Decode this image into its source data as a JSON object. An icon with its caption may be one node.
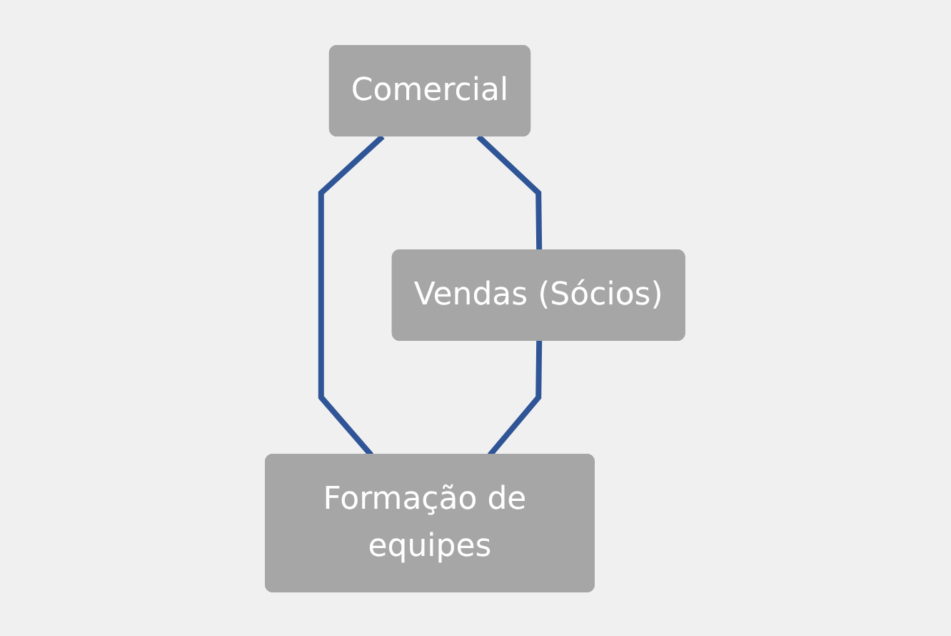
{
  "diagram": {
    "nodes": [
      {
        "text": [
          "Comercial"
        ]
      },
      {
        "text": [
          "Vendas (Sócios)"
        ]
      },
      {
        "text": [
          "Formação de equipes"
        ]
      }
    ],
    "edges": [
      {
        "from": 0,
        "to": 1,
        "arrow": "none"
      },
      {
        "from": 0,
        "to": 2,
        "arrow": "none"
      },
      {
        "from": 1,
        "to": 2,
        "arrow": "none"
      }
    ]
  }
}
